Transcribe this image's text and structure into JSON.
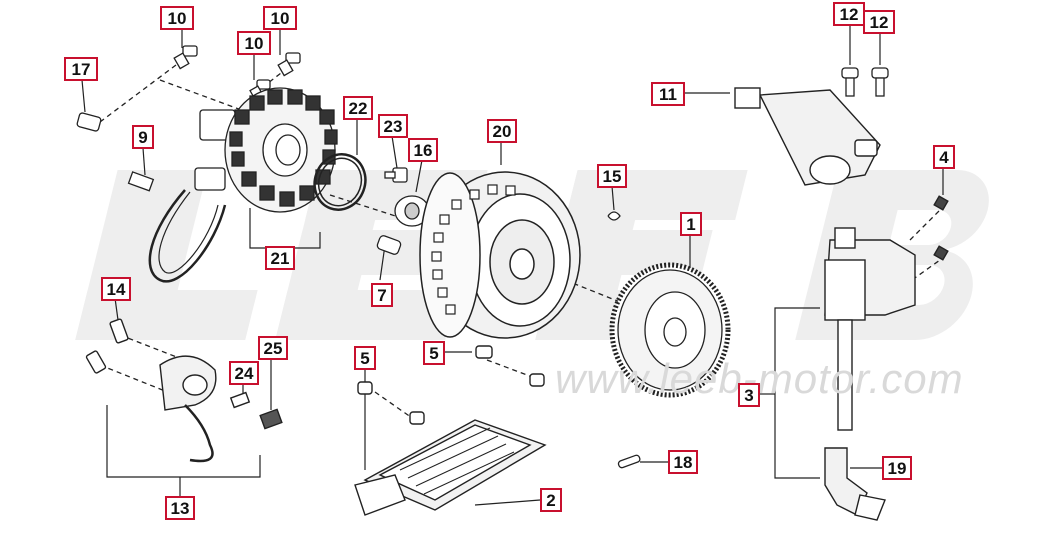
{
  "watermark": {
    "brand": "LEEB",
    "url": "www.leeb-motor.com"
  },
  "callouts": [
    {
      "id": "c10a",
      "label": "10"
    },
    {
      "id": "c10b",
      "label": "10"
    },
    {
      "id": "c10c",
      "label": "10"
    },
    {
      "id": "c17",
      "label": "17"
    },
    {
      "id": "c9",
      "label": "9"
    },
    {
      "id": "c22",
      "label": "22"
    },
    {
      "id": "c23",
      "label": "23"
    },
    {
      "id": "c16",
      "label": "16"
    },
    {
      "id": "c20",
      "label": "20"
    },
    {
      "id": "c21",
      "label": "21"
    },
    {
      "id": "c7",
      "label": "7"
    },
    {
      "id": "c15",
      "label": "15"
    },
    {
      "id": "c12a",
      "label": "12"
    },
    {
      "id": "c12b",
      "label": "12"
    },
    {
      "id": "c11",
      "label": "11"
    },
    {
      "id": "c4",
      "label": "4"
    },
    {
      "id": "c1",
      "label": "1"
    },
    {
      "id": "c14",
      "label": "14"
    },
    {
      "id": "c25",
      "label": "25"
    },
    {
      "id": "c24",
      "label": "24"
    },
    {
      "id": "c13",
      "label": "13"
    },
    {
      "id": "c5a",
      "label": "5"
    },
    {
      "id": "c5b",
      "label": "5"
    },
    {
      "id": "c2",
      "label": "2"
    },
    {
      "id": "c18",
      "label": "18"
    },
    {
      "id": "c3",
      "label": "3"
    },
    {
      "id": "c19",
      "label": "19"
    }
  ]
}
